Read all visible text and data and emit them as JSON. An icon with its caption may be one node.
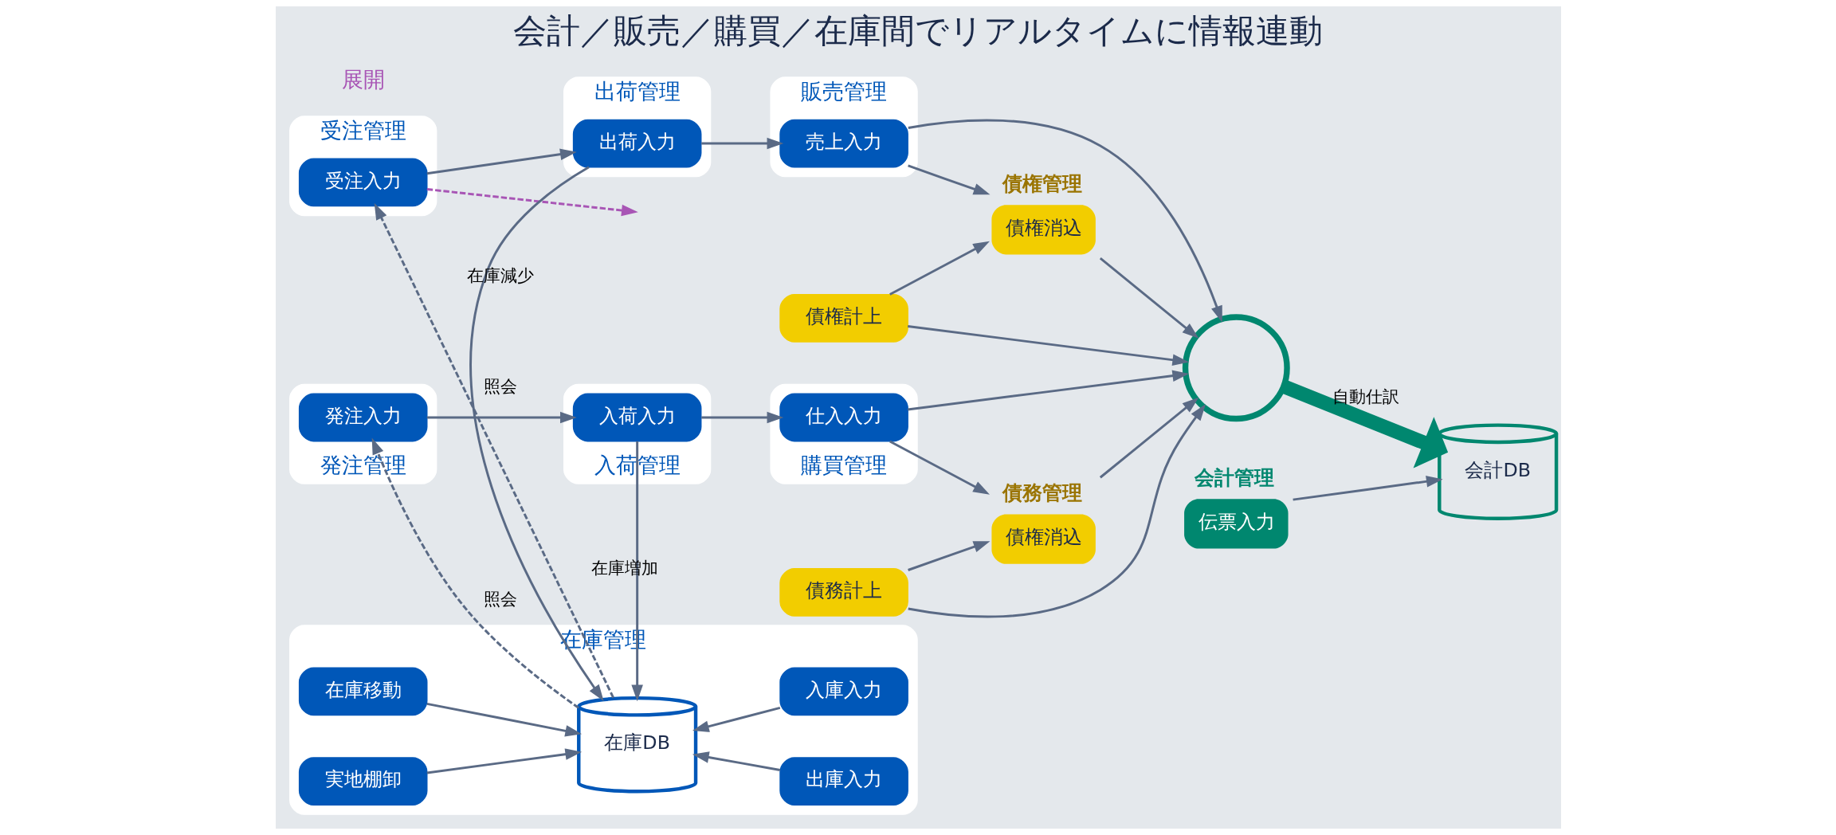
{
  "diagram": {
    "title": "会計／販売／購買／在庫間でリアルタイムに情報連動",
    "nodes": [
      {
        "text": [
          "受注管理"
        ]
      },
      {
        "text": [
          "受注入力"
        ],
        "in": 0
      },
      {
        "text": [
          "出荷管理"
        ]
      },
      {
        "text": [
          "出荷入力"
        ],
        "in": 2
      },
      {
        "text": [
          "販売管理"
        ]
      },
      {
        "text": [
          "売上入力"
        ],
        "in": 4
      },
      {
        "text": [
          "債権計上"
        ]
      },
      {
        "text": [
          "債権消込"
        ],
        "beside": [
          "債権管理"
        ]
      },
      {
        "text": [
          "在庫管理"
        ]
      },
      {
        "text": [
          "在庫移動"
        ],
        "in": 8
      },
      {
        "text": [
          "実地棚卸"
        ],
        "in": 8
      },
      {
        "text": [
          "在庫DB"
        ],
        "in": 8
      },
      {
        "text": [
          "出庫入力"
        ],
        "in": 8
      },
      {
        "text": [
          "入庫入力"
        ],
        "in": 8
      },
      {
        "text": [],
        "shape": "circle"
      },
      {
        "text": [
          "会計DB"
        ]
      },
      {
        "text": [
          "伝票入力"
        ],
        "beside": [
          "会計管理"
        ]
      },
      {
        "text": [
          "発注管理"
        ]
      },
      {
        "text": [
          "発注入力"
        ],
        "in": 17
      },
      {
        "text": [
          "入荷管理"
        ]
      },
      {
        "text": [
          "入荷入力"
        ],
        "in": 19
      },
      {
        "text": [
          "購買管理"
        ]
      },
      {
        "text": [
          "仕入入力"
        ],
        "in": 21
      },
      {
        "text": [
          "債務計上"
        ]
      },
      {
        "text": [
          "債権消込"
        ],
        "beside": [
          "債務管理"
        ]
      }
    ],
    "edges": [
      {
        "from": 1,
        "to": 3,
        "arrow": "to"
      },
      {
        "from": 3,
        "to": 5,
        "arrow": "to"
      },
      {
        "from": 5,
        "to": 7,
        "arrow": "to"
      },
      {
        "from": 6,
        "to": 7,
        "arrow": "to"
      },
      {
        "from": 3,
        "to": 11,
        "arrow": "to",
        "label": "在庫減少"
      },
      {
        "from": 11,
        "to": 1,
        "arrow": "to",
        "label": "照会",
        "style": "dashed"
      },
      {
        "from": 9,
        "to": 11,
        "arrow": "to"
      },
      {
        "from": 10,
        "to": 11,
        "arrow": "to"
      },
      {
        "from": 12,
        "to": 11,
        "arrow": "to"
      },
      {
        "from": 13,
        "to": 11,
        "arrow": "to"
      },
      {
        "from": 5,
        "to": 14,
        "arrow": "to"
      },
      {
        "from": 6,
        "to": 14,
        "arrow": "to"
      },
      {
        "from": 7,
        "to": 14,
        "arrow": "to"
      },
      {
        "from": 14,
        "to": 15,
        "arrow": "to",
        "label": "自動仕訳",
        "style": "thick",
        "color": "#00876f"
      },
      {
        "from": 16,
        "to": 15,
        "arrow": "to"
      },
      {
        "from": 11,
        "to": 18,
        "arrow": "to",
        "label": "照会",
        "style": "dashed"
      },
      {
        "from": 18,
        "to": 20,
        "arrow": "to"
      },
      {
        "from": 20,
        "to": 11,
        "arrow": "to",
        "label": "在庫増加"
      },
      {
        "from": 20,
        "to": 22,
        "arrow": "to"
      },
      {
        "from": 22,
        "to": 24,
        "arrow": "to"
      },
      {
        "from": 23,
        "to": 24,
        "arrow": "to"
      },
      {
        "from": 22,
        "to": 14,
        "arrow": "to"
      },
      {
        "from": 23,
        "to": 14,
        "arrow": "to"
      },
      {
        "from": 24,
        "to": 14,
        "arrow": "to"
      },
      {
        "from": 1,
        "to": null,
        "arrow": "to",
        "style": "dashed",
        "color": "#a855b5"
      }
    ],
    "labels": [
      "展開"
    ]
  }
}
